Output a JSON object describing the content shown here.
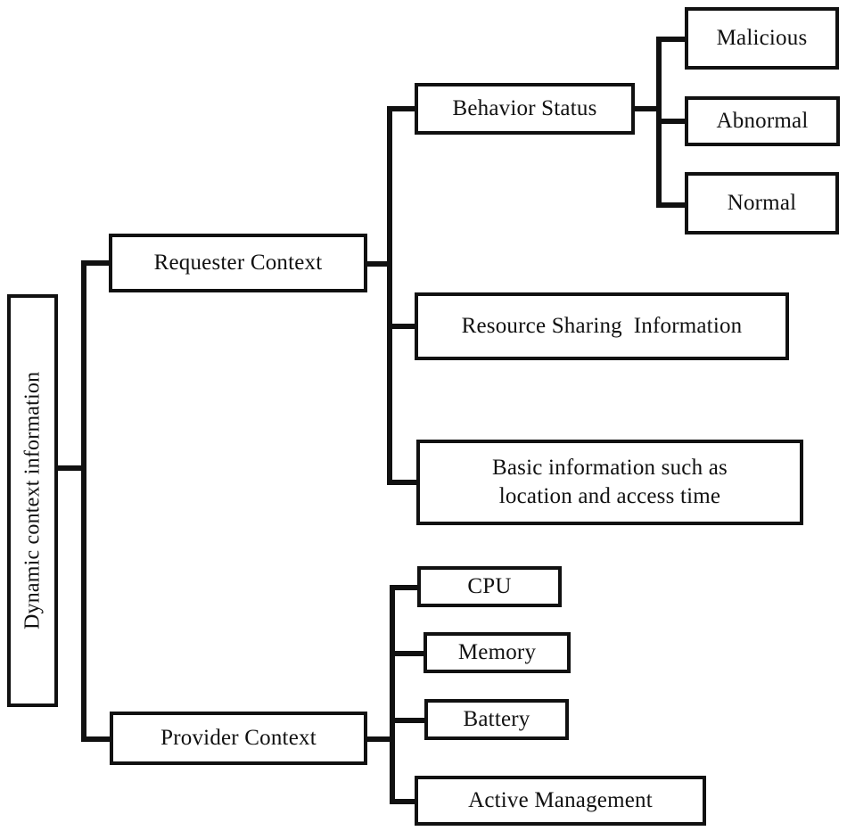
{
  "diagram": {
    "type": "hierarchy-tree",
    "orientation": "left-to-right",
    "title": "Dynamic context information",
    "style": {
      "box_fill": "#ffffff",
      "box_stroke": "#111111",
      "line_color": "#111111",
      "text_color": "#111111",
      "background": "#ffffff"
    }
  },
  "root": {
    "label": "Dynamic context information",
    "orientation": "vertical-text"
  },
  "branches": {
    "requester": {
      "label": "Requester Context",
      "children": [
        {
          "label": "Behavior Status"
        },
        {
          "label": "Resource Sharing  Information"
        },
        {
          "label": "Basic information such as\nlocation and access time"
        }
      ]
    },
    "behavior_status_children": [
      {
        "label": "Malicious"
      },
      {
        "label": "Abnormal"
      },
      {
        "label": "Normal"
      }
    ],
    "provider": {
      "label": "Provider Context",
      "children": [
        {
          "label": "CPU"
        },
        {
          "label": "Memory"
        },
        {
          "label": "Battery"
        },
        {
          "label": "Active Management"
        }
      ]
    }
  }
}
